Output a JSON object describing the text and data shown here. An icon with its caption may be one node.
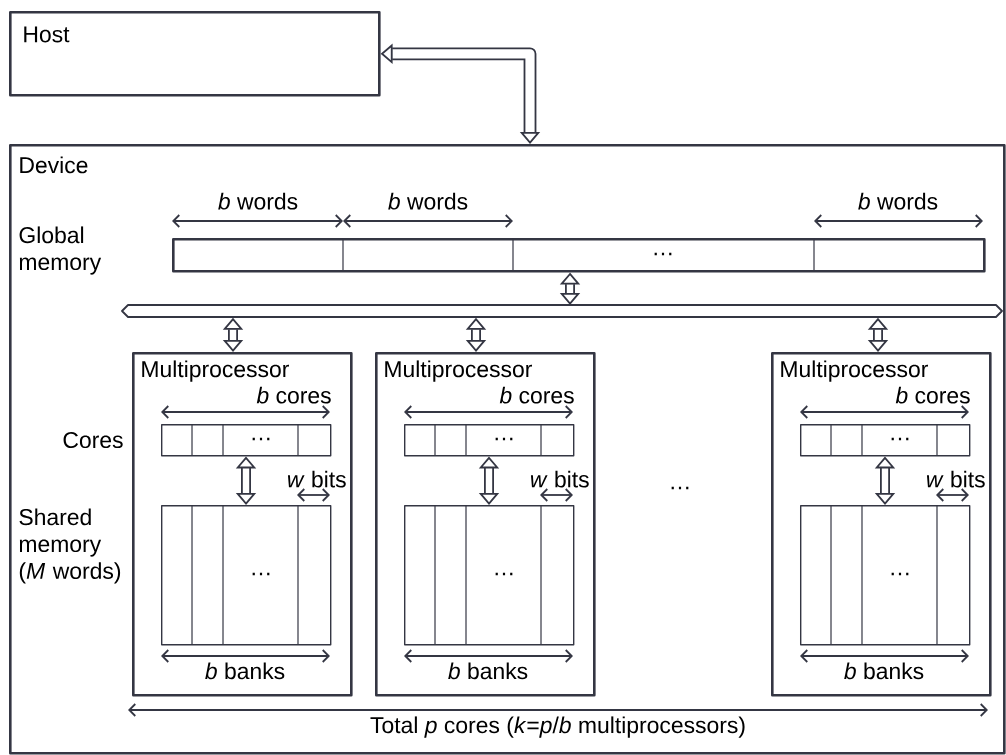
{
  "diagram": {
    "nodes": [
      {
        "text": [
          "Host"
        ]
      },
      {
        "text": [
          "Device"
        ]
      },
      {
        "text": [
          "…"
        ],
        "in": 1
      },
      {
        "text": [],
        "shape": "bar",
        "in": 1
      },
      {
        "text": [
          "Multiprocessor"
        ],
        "in": 1
      },
      {
        "text": [
          "…"
        ],
        "in": 4
      },
      {
        "text": [
          "…"
        ],
        "in": 4
      },
      {
        "text": [
          "Multiprocessor"
        ],
        "in": 1
      },
      {
        "text": [
          "…"
        ],
        "in": 7
      },
      {
        "text": [
          "…"
        ],
        "in": 7
      },
      {
        "text": [
          "Multiprocessor"
        ],
        "in": 1
      },
      {
        "text": [
          "…"
        ],
        "in": 10
      },
      {
        "text": [
          "…"
        ],
        "in": 10
      }
    ],
    "edges": [
      {
        "from": 0,
        "to": 1,
        "arrow": "both"
      },
      {
        "from": 2,
        "to": 3,
        "arrow": "both"
      },
      {
        "from": 3,
        "to": 4,
        "arrow": "both"
      },
      {
        "from": 3,
        "to": 7,
        "arrow": "both"
      },
      {
        "from": 3,
        "to": 10,
        "arrow": "both"
      },
      {
        "from": 5,
        "to": 6,
        "arrow": "both"
      },
      {
        "from": 8,
        "to": 9,
        "arrow": "both"
      },
      {
        "from": 11,
        "to": 12,
        "arrow": "both"
      }
    ],
    "labels": [
      "*b* words",
      "*b* words",
      "*b* words",
      "Global memory",
      "*b* cores",
      "*b* cores",
      "*b* cores",
      "Cores",
      "*w* bits",
      "*w* bits",
      "*w* bits",
      "Shared memory (*M* words)",
      "…",
      "*b* banks",
      "*b* banks",
      "*b* banks",
      "Total *p* cores (*k*=*p*/*b* multiprocessors)"
    ]
  }
}
